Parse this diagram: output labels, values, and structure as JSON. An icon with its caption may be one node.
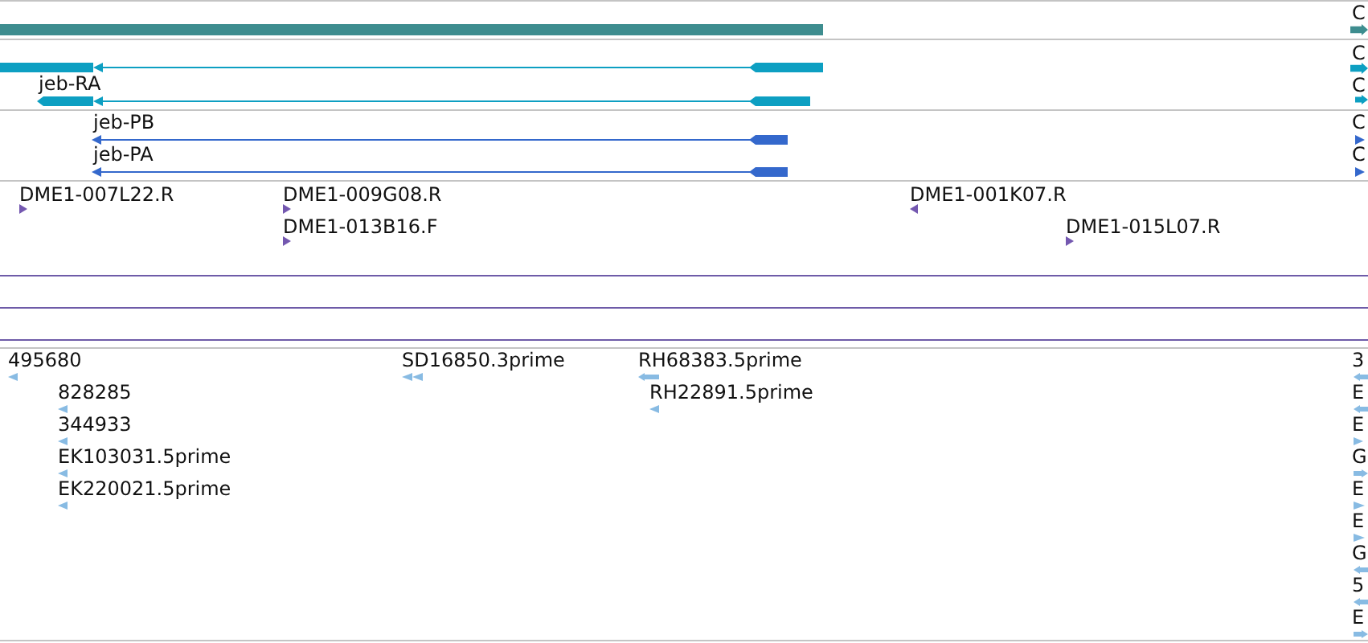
{
  "diagram": {
    "labels": [
      "C",
      "C",
      "jeb-RA",
      "C",
      "jeb-PB",
      "C",
      "jeb-PA",
      "C",
      "DME1-007L22.R",
      "DME1-009G08.R",
      "DME1-001K07.R",
      "DME1-013B16.F",
      "DME1-015L07.R",
      "495680",
      "SD16850.3prime",
      "RH68383.5prime",
      "3",
      "828285",
      "RH22891.5prime",
      "E",
      "344933",
      "E",
      "EK103031.5prime",
      "G",
      "EK220021.5prime",
      "E",
      "E",
      "G",
      "5",
      "E"
    ]
  }
}
